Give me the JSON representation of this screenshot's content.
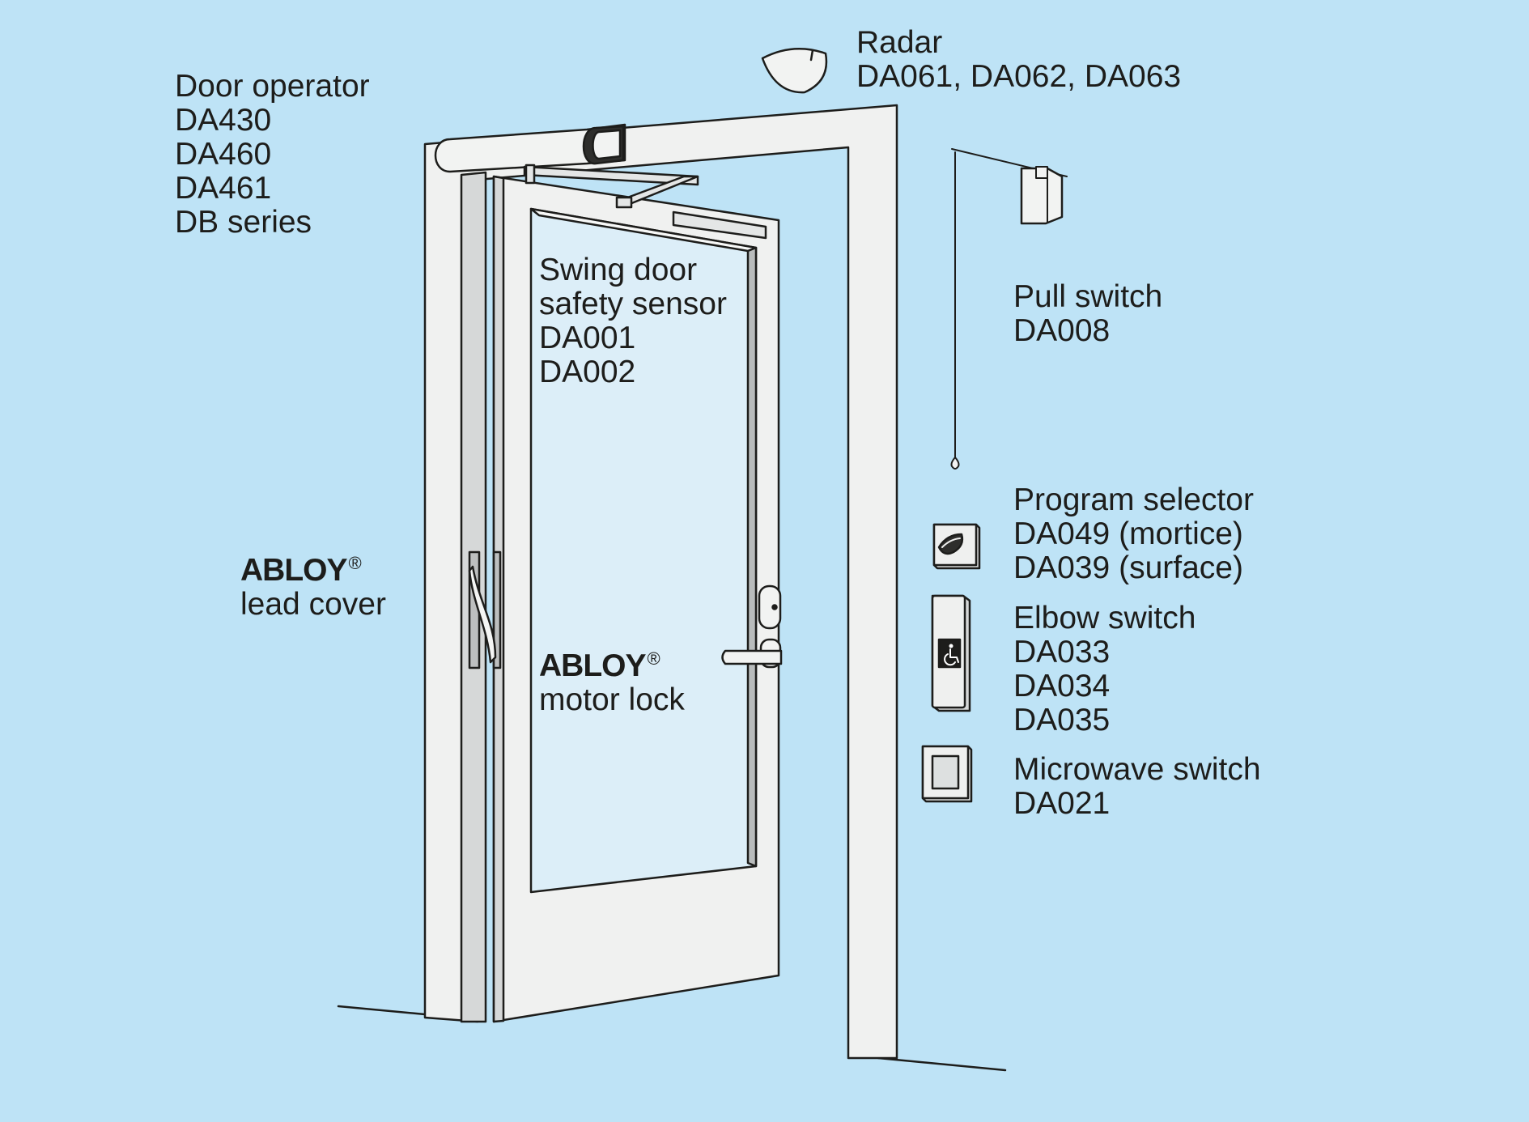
{
  "labels": {
    "door_operator": [
      "Door operator",
      "DA430",
      "DA460",
      "DA461",
      "DB series"
    ],
    "radar": [
      "Radar",
      "DA061, DA062, DA063"
    ],
    "pull_switch": [
      "Pull switch",
      "DA008"
    ],
    "safety_sensor": [
      "Swing door",
      "safety sensor",
      "DA001",
      "DA002"
    ],
    "lead_cover": {
      "brand": "ABLOY",
      "mark": "®",
      "line": "lead cover"
    },
    "motor_lock": {
      "brand": "ABLOY",
      "mark": "®",
      "line": "motor lock"
    },
    "program_selector": [
      "Program selector",
      "DA049 (mortice)",
      "DA039 (surface)"
    ],
    "elbow_switch": [
      "Elbow switch",
      "DA033",
      "DA034",
      "DA035"
    ],
    "microwave_switch": [
      "Microwave switch",
      "DA021"
    ]
  },
  "colors": {
    "background": "#BEE3F6",
    "outline": "#1d1d1b",
    "frame": "#F0F1F0",
    "glass": "#DCEEF8"
  },
  "icons": [
    "radar-icon",
    "pull-switch-icon",
    "program-selector-icon",
    "elbow-switch-icon",
    "wheelchair-icon",
    "microwave-switch-icon"
  ]
}
